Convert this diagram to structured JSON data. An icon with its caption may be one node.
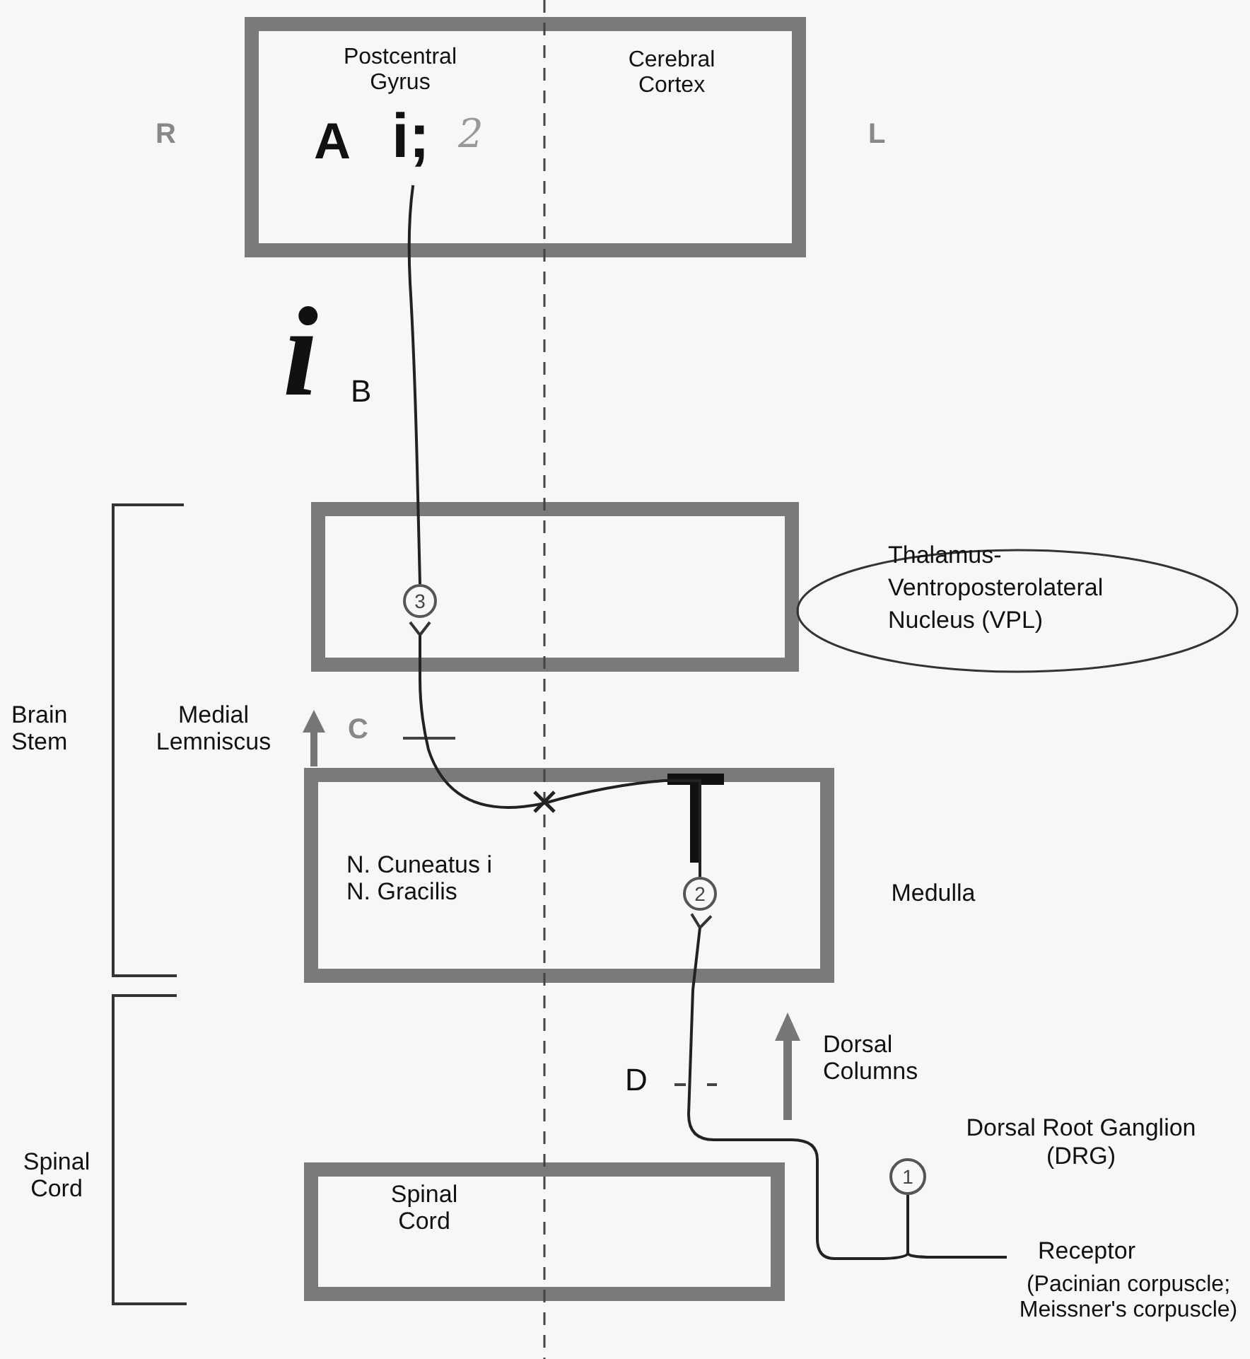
{
  "diagram": {
    "nodes": [
      {
        "text": [
          "Postcentral Gyrus",
          "Cerebral Cortex"
        ]
      },
      {
        "text": [],
        "shape": "box"
      },
      {
        "text": [
          "Thalamus- Ventroposterolateral Nucleus (VPL)"
        ]
      },
      {
        "text": [
          "N. Cuneatus i N. Gracilis"
        ],
        "beside": [
          "Medulla"
        ]
      },
      {
        "text": [
          "Spinal Cord"
        ]
      },
      {
        "text": [
          "3"
        ],
        "in": 1
      },
      {
        "text": [
          "2"
        ],
        "in": 3
      },
      {
        "text": [
          "1"
        ],
        "beside": [
          "Dorsal Root Ganglion (DRG)"
        ]
      },
      {
        "text": [
          "Receptor",
          "(Pacinian corpuscle; Meissner's corpuscle)"
        ]
      }
    ],
    "edges": [
      {
        "from": 7,
        "to": 8,
        "arrow": "none"
      },
      {
        "from": 7,
        "to": 6,
        "arrow": "other"
      },
      {
        "from": 6,
        "to": 5,
        "arrow": "other"
      },
      {
        "from": 5,
        "to": 0,
        "arrow": "none"
      }
    ],
    "labels": [
      "R",
      "L",
      "A",
      "i;",
      "2",
      "i",
      "B",
      "Brain Stem",
      "Medial Lemniscus",
      "C",
      "D",
      "Dorsal Columns",
      "Spinal Cord"
    ]
  }
}
